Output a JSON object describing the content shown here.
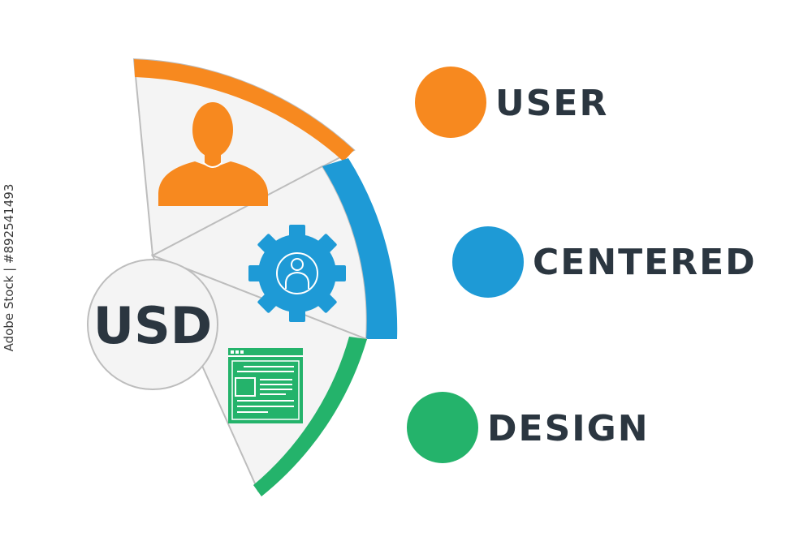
{
  "center_label": "USD",
  "terms": [
    {
      "word": "USER",
      "color": "#f7891f"
    },
    {
      "word": "CENTERED",
      "color": "#1e9ad6"
    },
    {
      "word": "DESIGN",
      "color": "#24b36b"
    }
  ],
  "watermark": "Adobe Stock | #892541493",
  "icons": [
    "user-icon",
    "gear-icon",
    "web-page-icon"
  ]
}
